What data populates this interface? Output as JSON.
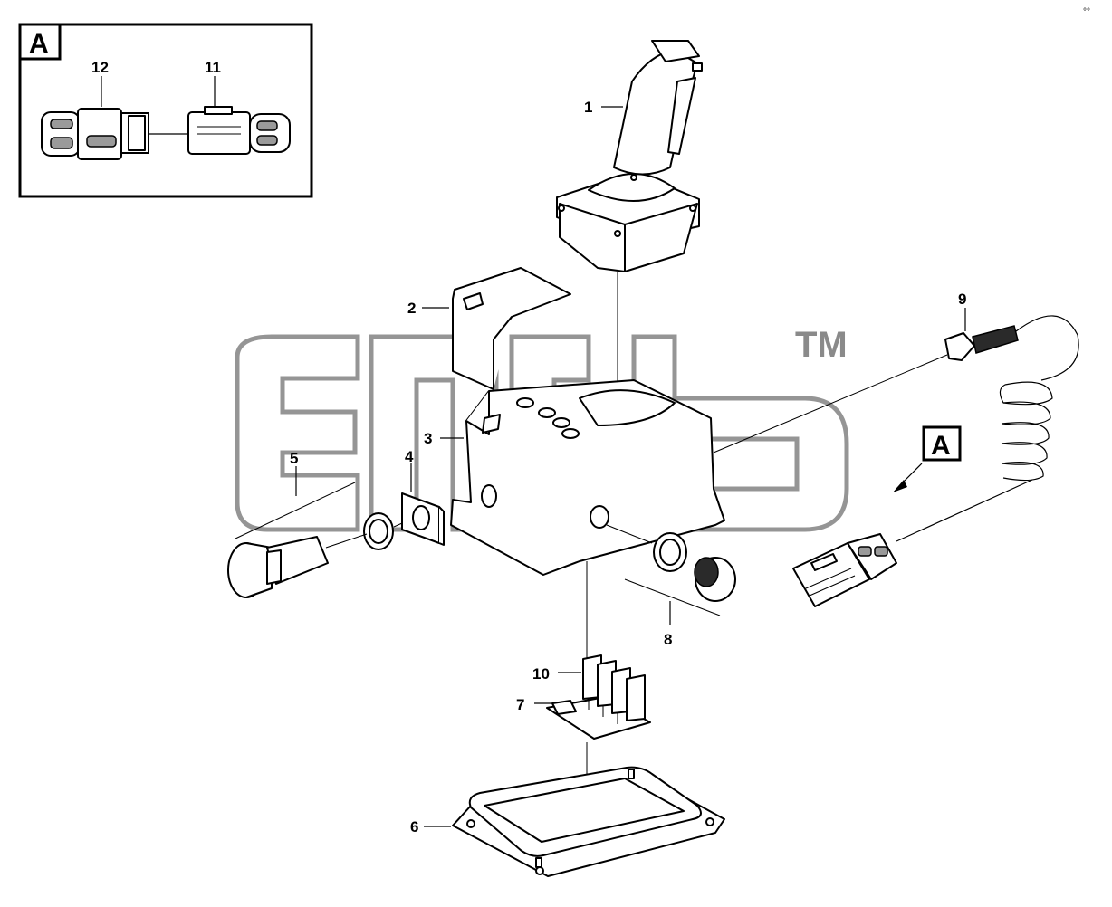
{
  "labels": {
    "inset_letter": "A",
    "view_letter": "A",
    "trademark": "TM",
    "corner_mark": "°°",
    "items": {
      "p1": "1",
      "p2": "2",
      "p3": "3",
      "p4": "4",
      "p5": "5",
      "p6": "6",
      "p7": "7",
      "p8": "8",
      "p9": "9",
      "p10": "10",
      "p11": "11",
      "p12": "12"
    }
  },
  "colors": {
    "line": "#000000",
    "watermark": "#8a8a8a",
    "background": "#ffffff"
  }
}
